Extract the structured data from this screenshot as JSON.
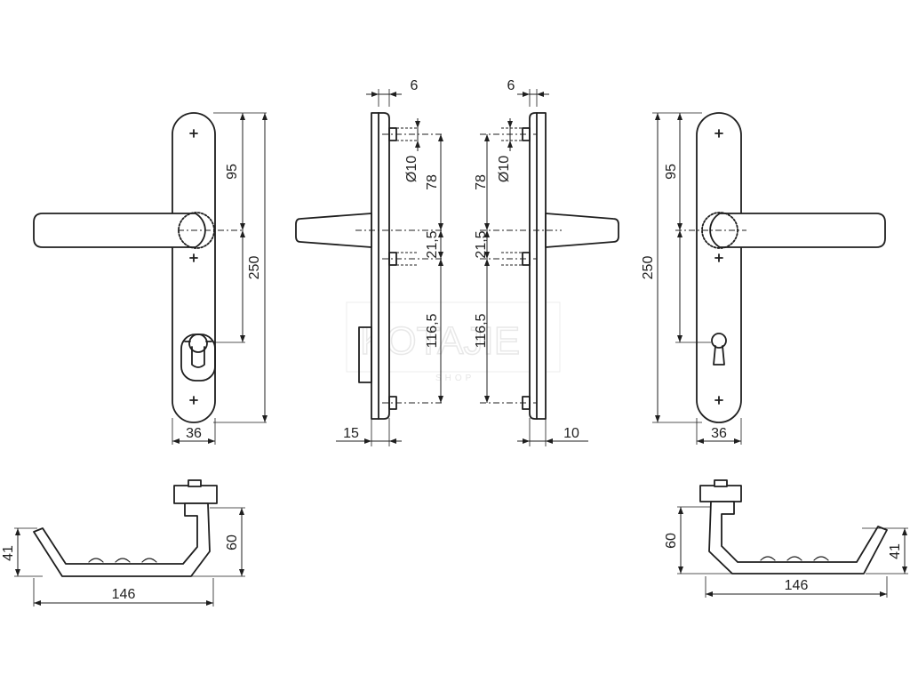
{
  "watermark": {
    "text": "KOTAJIE",
    "subtext": "SHOP"
  },
  "front_left": {
    "width_label": "36",
    "top_label": "95",
    "total_label": "250"
  },
  "side_left": {
    "top_offset_label": "6",
    "pin_label": "Ø10",
    "upper_label": "78",
    "mid_label": "21,5",
    "lower_label": "116,5",
    "thickness_label": "15"
  },
  "side_right": {
    "top_offset_label": "6",
    "pin_label": "Ø10",
    "upper_label": "78",
    "mid_label": "21,5",
    "lower_label": "116,5",
    "thickness_label": "10"
  },
  "front_right": {
    "width_label": "36",
    "top_label": "95",
    "total_label": "250"
  },
  "top_left": {
    "height_label": "60",
    "drop_label": "41",
    "length_label": "146"
  },
  "top_right": {
    "height_label": "60",
    "drop_label": "41",
    "length_label": "146"
  }
}
